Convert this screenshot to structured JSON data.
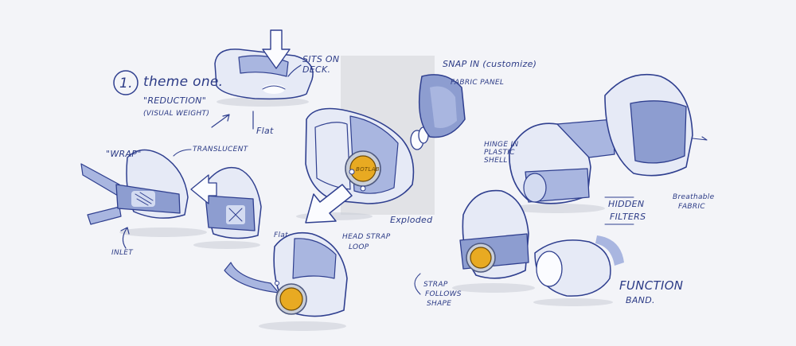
{
  "notes": {
    "number": "1.",
    "theme_one": "theme one.",
    "reduction": "\"REDUCTION\"",
    "visual_weight": "(VISUAL WEIGHT)",
    "sits_on_1": "SITS ON",
    "sits_on_2": "DECK.",
    "snap_in": "SNAP IN (customize)",
    "fabric_panel": "FABRIC PANEL",
    "flat_top": "Flat",
    "wrap": "\"WRAP\"",
    "translucent": "TRANSLUCENT",
    "inlet": "INLET",
    "flat_mid": "Flat",
    "head_strap_1": "HEAD STRAP",
    "head_strap_2": "LOOP",
    "exploded": "Exploded",
    "hinge_1": "HINGE IN",
    "hinge_2": "PLASTIC",
    "hinge_3": "SHELL",
    "hidden_1": "HIDDEN",
    "hidden_2": "FILTERS",
    "breathable_1": "Breathable",
    "breathable_2": "FABRIC",
    "strap_1": "STRAP",
    "strap_2": "FOLLOWS",
    "strap_3": "SHAPE",
    "function_1": "FUNCTION",
    "function_2": "BAND.",
    "badge": "BOTLAB"
  },
  "colors": {
    "ink": "#2f3f8f",
    "shell": "#e6eaf6",
    "band": "#8d9dd0",
    "valve": "#e8aa22",
    "background": "#f3f4f8"
  }
}
